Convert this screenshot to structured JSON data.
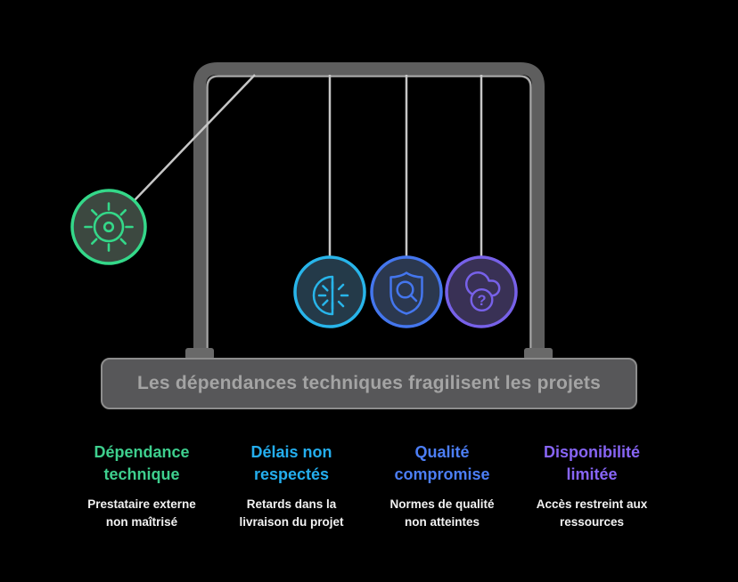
{
  "title": {
    "text": "Les dépendances techniques fragilisent les projets"
  },
  "palette": {
    "background": "#000000",
    "frame": "#5e5e5e",
    "frame_highlight": "#a8a8a8",
    "string": "#c6c6c6",
    "base_fill": "#575759",
    "base_border": "#8d8d8d",
    "title_text": "#a4a4a4",
    "body_text": "#f2f2f2"
  },
  "pendulum": {
    "balls": [
      {
        "label": "dependance-technique",
        "icon": "sun-gear-icon",
        "stroke": "#34d889",
        "fill": "#3c4840"
      },
      {
        "label": "delais-non-respectes",
        "icon": "gauge-icon",
        "stroke": "#28b5ea",
        "fill": "#243a49"
      },
      {
        "label": "qualite-compromise",
        "icon": "shield-magnifier-icon",
        "stroke": "#4476ee",
        "fill": "#2b384f"
      },
      {
        "label": "disponibilite-limitee",
        "icon": "cloud-question-icon",
        "stroke": "#7761e9",
        "fill": "#393155",
        "question_mark": "?"
      }
    ]
  },
  "columns": [
    {
      "heading_line1": "Dépendance",
      "heading_line2": "technique",
      "heading_color": "#3ecf8e",
      "body_line1": "Prestataire externe",
      "body_line2": "non maîtrisé"
    },
    {
      "heading_line1": "Délais non",
      "heading_line2": "respectés",
      "heading_color": "#24aeee",
      "body_line1": "Retards dans la",
      "body_line2": "livraison du projet"
    },
    {
      "heading_line1": "Qualité",
      "heading_line2": "compromise",
      "heading_color": "#4c7ef5",
      "body_line1": "Normes de qualité",
      "body_line2": "non atteintes"
    },
    {
      "heading_line1": "Disponibilité",
      "heading_line2": "limitée",
      "heading_color": "#8765f5",
      "body_line1": "Accès restreint aux",
      "body_line2": "ressources"
    }
  ]
}
